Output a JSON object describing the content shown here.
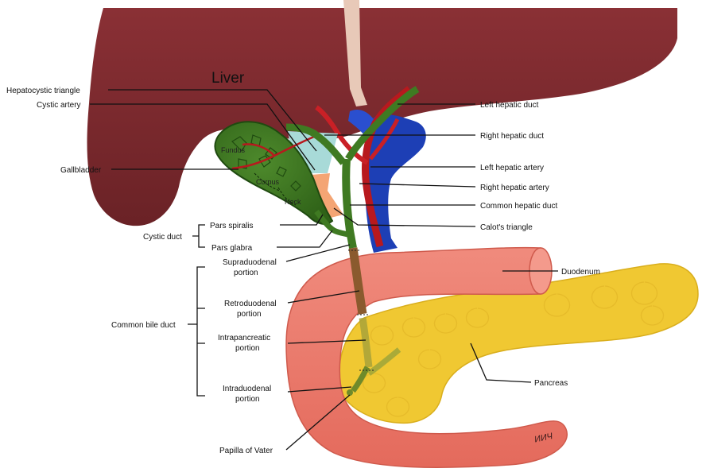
{
  "organs": {
    "liver": "Liver",
    "fundus": "Fundus",
    "corpus": "Corpus",
    "neck": "Neck",
    "signature": "ИИЧ"
  },
  "labels_left": {
    "hepatocystic_triangle": "Hepatocystic triangle",
    "cystic_artery": "Cystic artery",
    "gallbladder": "Gallbladder",
    "pars_spiralis": "Pars spiralis",
    "cystic_duct": "Cystic duct",
    "pars_glabra": "Pars glabra",
    "supraduodenal": [
      "Supraduodenal",
      "portion"
    ],
    "retroduodenal": [
      "Retroduodenal",
      "portion"
    ],
    "common_bile_duct": "Common bile duct",
    "intrapancreatic": [
      "Intrapancreatic",
      "portion"
    ],
    "intraduodenal": [
      "Intraduodenal",
      "portion"
    ],
    "papilla": "Papilla of Vater"
  },
  "labels_right": {
    "left_hepatic_duct": "Left hepatic duct",
    "right_hepatic_duct": "Right hepatic duct",
    "left_hepatic_artery": "Left hepatic artery",
    "right_hepatic_artery": "Right hepatic artery",
    "common_hepatic_duct": "Common hepatic duct",
    "calots_triangle": "Calot's triangle",
    "duodenum": "Duodenum",
    "pancreas": "Pancreas"
  },
  "colors": {
    "liver": "#7a2a2e",
    "gallbladder": "#3f7a22",
    "duct": "#3f7a22",
    "artery": "#b8191e",
    "vein": "#1d3fb5",
    "duodenum": "#e9786a",
    "pancreas": "#f0c832",
    "hepatocystic": "#a8dad8",
    "calot": "#f4a574",
    "cbd": "#8a5a2e"
  }
}
